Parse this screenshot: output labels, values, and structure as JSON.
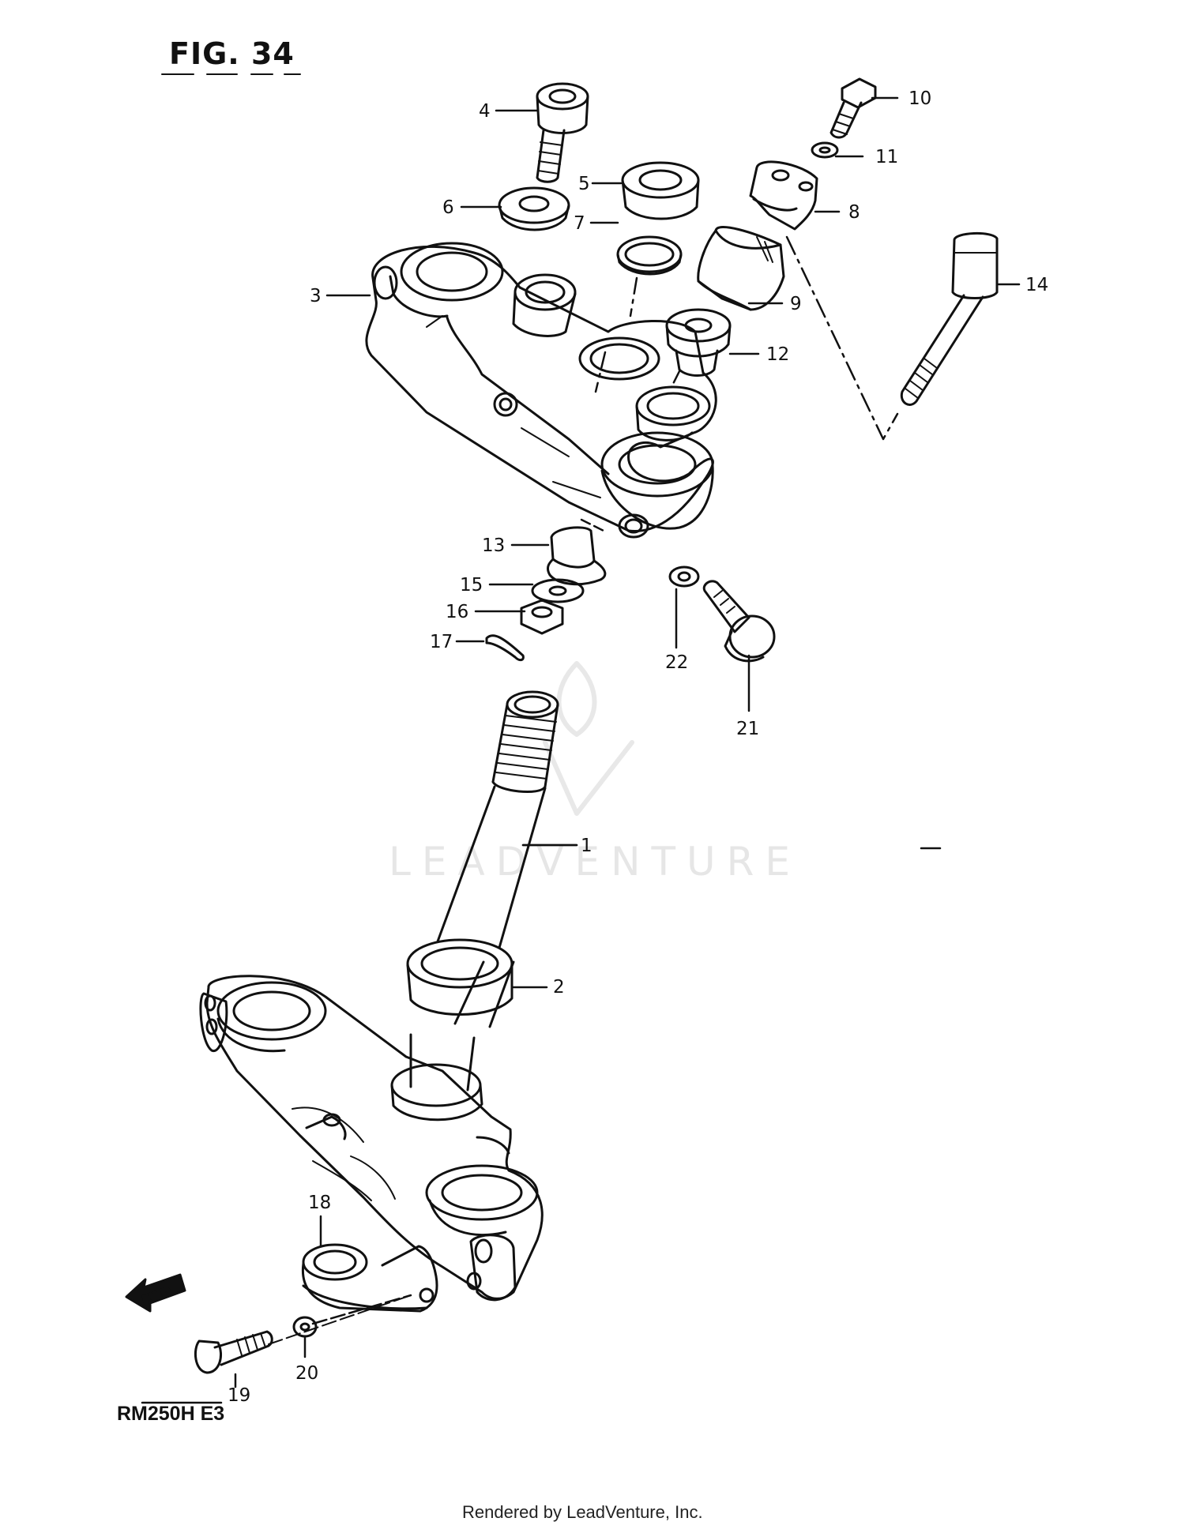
{
  "figure_title": "FIG. 34",
  "model_code": "RM250H E3",
  "footer": "Rendered by LeadVenture, Inc.",
  "watermark": "LEADVENTURE",
  "fwd_arrow_text": "FWD",
  "callouts": [
    "1",
    "2",
    "3",
    "4",
    "5",
    "6",
    "7",
    "8",
    "9",
    "10",
    "11",
    "12",
    "13",
    "14",
    "15",
    "16",
    "17",
    "18",
    "19",
    "20",
    "21",
    "22"
  ]
}
